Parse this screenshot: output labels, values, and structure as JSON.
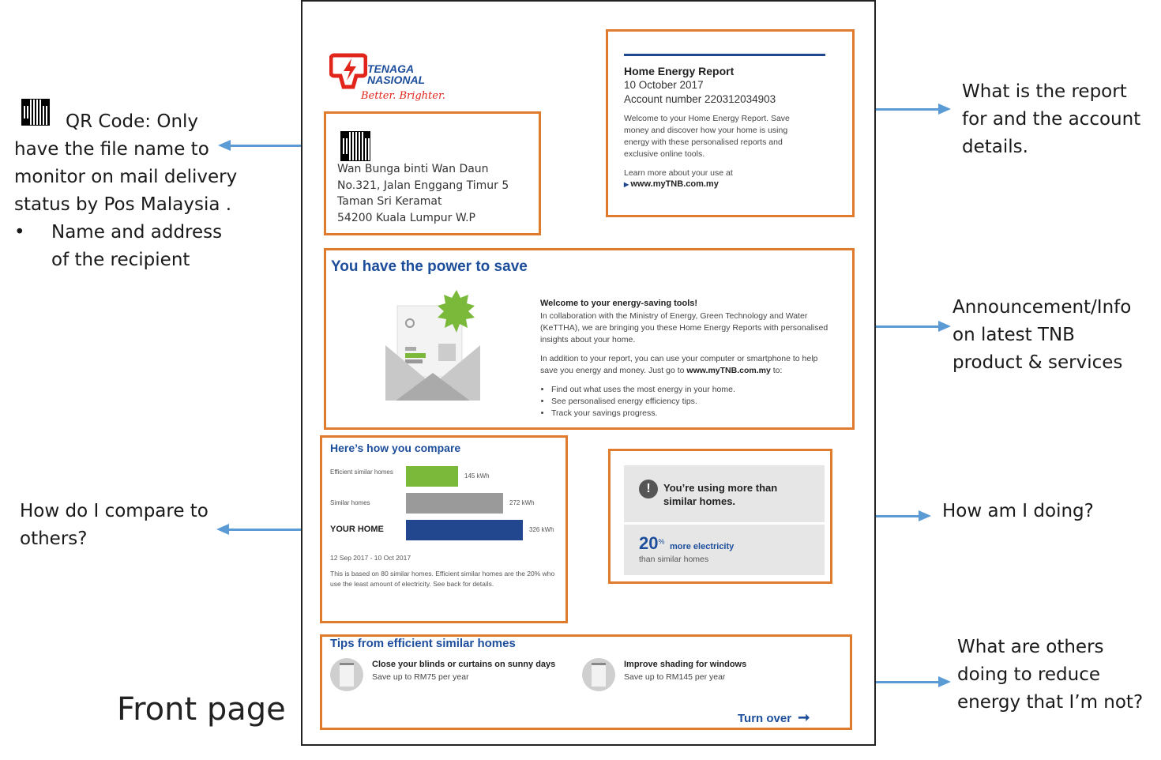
{
  "left_annotations": {
    "qr_text_line1": "QR Code: Only",
    "qr_text_line2": "have the file name to",
    "qr_text_line3": "monitor on mail delivery",
    "qr_text_line4": "status by  Pos Malaysia .",
    "bullet": "•",
    "bullet_line1": "Name and address",
    "bullet_line2": "of the recipient",
    "compare_line1": "How do I compare to",
    "compare_line2": "others?",
    "front_page": "Front page"
  },
  "right_annotations": {
    "report_line1": "What is the report",
    "report_line2": "for and the account",
    "report_line3": "details.",
    "announce_line1": "Announcement/Info",
    "announce_line2": "on latest TNB",
    "announce_line3": "product & services",
    "doing": "How am I doing?",
    "tips_line1": "What are others",
    "tips_line2": "doing to reduce",
    "tips_line3": "energy that I’m not?"
  },
  "logo": {
    "line1": "TENAGA",
    "line2": "NASIONAL",
    "tagline": "Better. Brighter."
  },
  "recipient": {
    "name": "Wan Bunga binti Wan Daun",
    "address1": "No.321, Jalan Enggang Timur 5",
    "address2": "Taman Sri Keramat",
    "address3": "54200 Kuala Lumpur W.P"
  },
  "report_header": {
    "title": "Home Energy Report",
    "date": "10 October 2017",
    "account": "Account number 220312034903",
    "welcome": "Welcome to your Home Energy Report. Save money and discover how your home is using energy with these personalised reports and exclusive online tools.",
    "learn": "Learn more about your use at",
    "url": "www.myTNB.com.my"
  },
  "power": {
    "title": "You have the power to save",
    "heading": "Welcome to your energy-saving tools!",
    "para1": "In collaboration with the Ministry of Energy, Green Technology and Water (KeTTHA), we are bringing you these Home Energy Reports with personalised insights about your home.",
    "para2_pre": "In addition to your report, you can use your computer or smartphone to help save you energy and money. Just go to",
    "para2_url": "www.myTNB.com.my",
    "para2_post": "to:",
    "bullets": [
      "Find out what uses the most energy in your home.",
      "See personalised energy efficiency tips.",
      "Track your savings progress."
    ]
  },
  "compare": {
    "title": "Here’s how you compare",
    "date_range": "12 Sep 2017 - 10 Oct 2017",
    "note": "This is based on 80 similar homes. Efficient similar homes are the 20% who use the least amount of electricity. See back for details."
  },
  "chart_data": {
    "type": "bar",
    "orientation": "horizontal",
    "categories": [
      "Efficient similar homes",
      "Similar homes",
      "YOUR HOME"
    ],
    "values": [
      145,
      272,
      326
    ],
    "value_labels": [
      "145 kWh",
      "272 kWh",
      "326 kWh"
    ],
    "colors": [
      "#7ab939",
      "#9a9a9a",
      "#23478f"
    ]
  },
  "doing": {
    "message": "You’re using more than similar homes.",
    "percent": "20",
    "percent_sign": "%",
    "more": "more electricity",
    "than": "than similar homes"
  },
  "tips": {
    "title": "Tips from efficient similar homes",
    "tip1_title": "Close your blinds or curtains on sunny days",
    "tip1_save": "Save up to RM75 per year",
    "tip2_title": "Improve shading for windows",
    "tip2_save": "Save up to RM145 per year",
    "turn_over": "Turn over"
  },
  "colors": {
    "orange_border": "#e07b2e",
    "arrow_blue": "#5b9bd5",
    "tnb_blue": "#1d4e9c",
    "tnb_red": "#e1251b",
    "green": "#7ab939"
  }
}
